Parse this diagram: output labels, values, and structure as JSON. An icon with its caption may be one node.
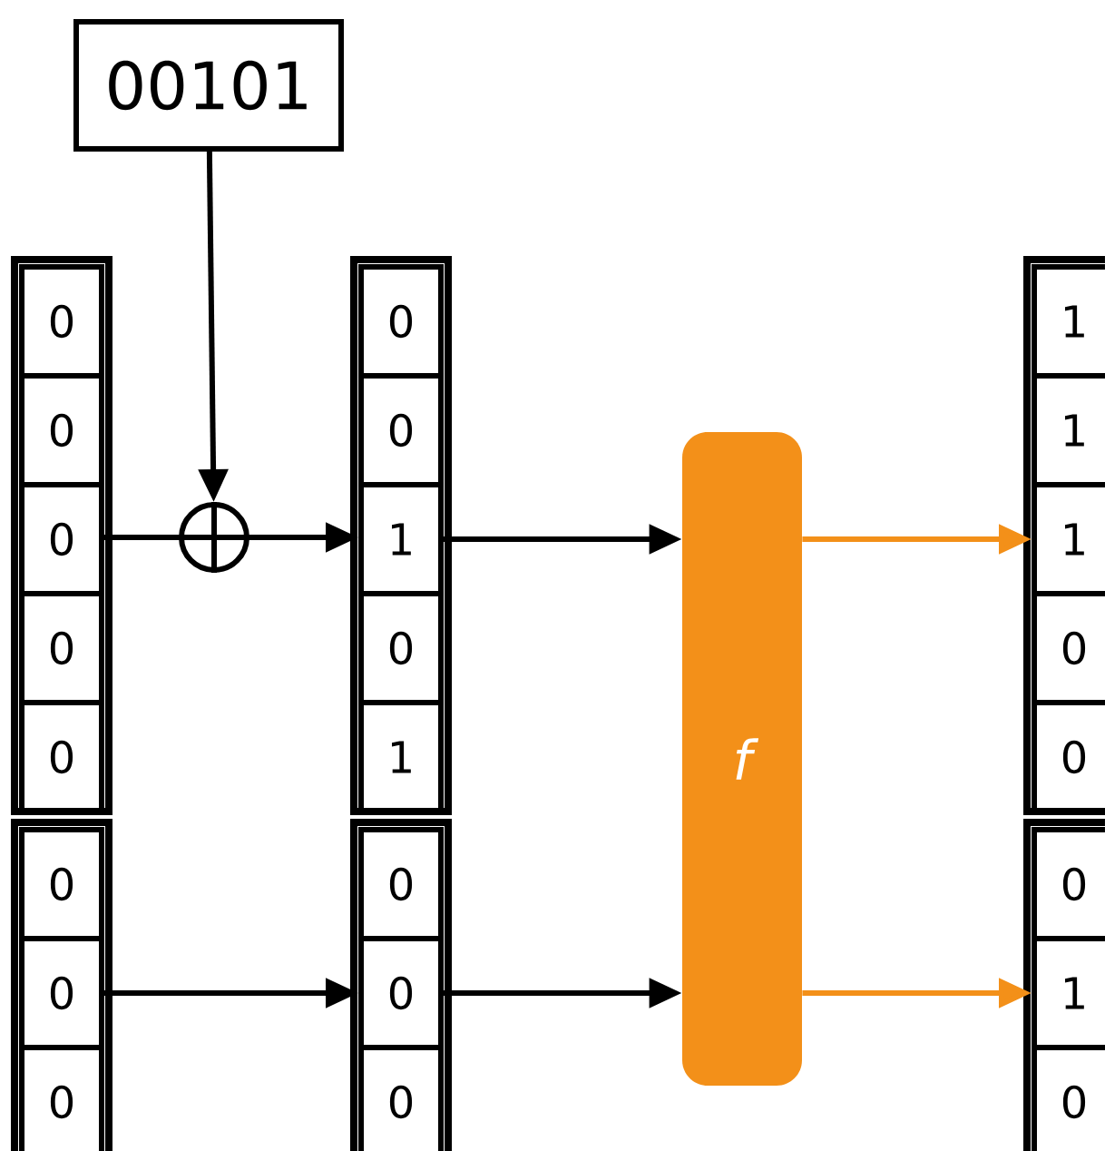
{
  "diagram": {
    "nodes": [
      {
        "text": [
          "00101"
        ]
      },
      {
        "text": [],
        "shape": "box"
      },
      {
        "text": [
          "0"
        ],
        "in": 1
      },
      {
        "text": [
          "0"
        ],
        "in": 1
      },
      {
        "text": [
          "0"
        ],
        "in": 1
      },
      {
        "text": [
          "0"
        ],
        "in": 1
      },
      {
        "text": [
          "0"
        ],
        "in": 1
      },
      {
        "text": [],
        "shape": "box"
      },
      {
        "text": [
          "0"
        ],
        "in": 7
      },
      {
        "text": [
          "0"
        ],
        "in": 7
      },
      {
        "text": [
          "0"
        ],
        "in": 7
      },
      {
        "text": [],
        "shape": "box"
      },
      {
        "text": [
          "0"
        ],
        "in": 11
      },
      {
        "text": [
          "0"
        ],
        "in": 11
      },
      {
        "text": [
          "1"
        ],
        "in": 11
      },
      {
        "text": [
          "0"
        ],
        "in": 11
      },
      {
        "text": [
          "1"
        ],
        "in": 11
      },
      {
        "text": [],
        "shape": "box"
      },
      {
        "text": [
          "0"
        ],
        "in": 17
      },
      {
        "text": [
          "0"
        ],
        "in": 17
      },
      {
        "text": [
          "0"
        ],
        "in": 17
      },
      {
        "text": [],
        "shape": "circle"
      },
      {
        "text": [
          "f"
        ]
      },
      {
        "text": [],
        "shape": "box"
      },
      {
        "text": [
          "1"
        ],
        "in": 23
      },
      {
        "text": [
          "1"
        ],
        "in": 23
      },
      {
        "text": [
          "1"
        ],
        "in": 23
      },
      {
        "text": [
          "0"
        ],
        "in": 23
      },
      {
        "text": [
          "0"
        ],
        "in": 23
      },
      {
        "text": [],
        "shape": "box"
      },
      {
        "text": [
          "0"
        ],
        "in": 29
      },
      {
        "text": [
          "1"
        ],
        "in": 29
      },
      {
        "text": [
          "0"
        ],
        "in": 29
      }
    ],
    "edges": [
      {
        "from": 0,
        "to": 21,
        "arrow": "to"
      },
      {
        "from": 4,
        "to": 21,
        "arrow": "none"
      },
      {
        "from": 21,
        "to": 14,
        "arrow": "to"
      },
      {
        "from": 9,
        "to": 19,
        "arrow": "to"
      },
      {
        "from": 14,
        "to": 22,
        "arrow": "to"
      },
      {
        "from": 19,
        "to": 22,
        "arrow": "to"
      },
      {
        "from": 22,
        "to": 26,
        "arrow": "to",
        "color": "#f39019"
      },
      {
        "from": 22,
        "to": 31,
        "arrow": "to",
        "color": "#f39019"
      }
    ]
  }
}
